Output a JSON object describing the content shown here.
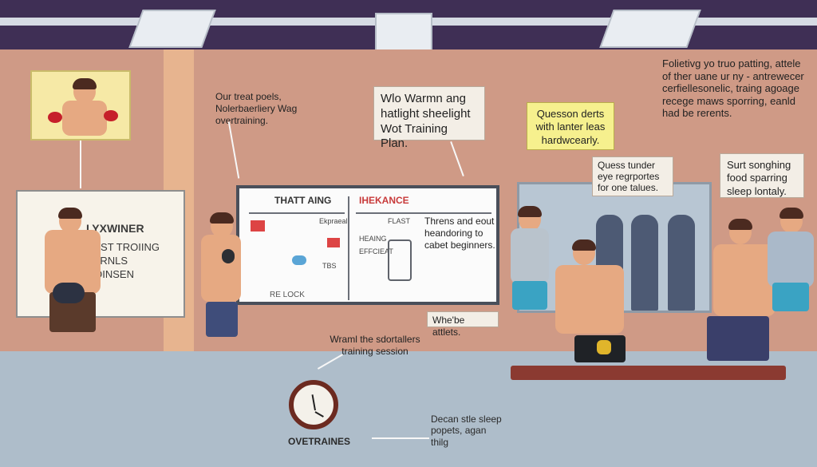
{
  "callouts": {
    "top_left_poster_note": "Our treat poels, Nolerbaerliery Wag overtraining.",
    "center_top_box": "Wlo Warmn ang hatlight sheelight Wot Training Plan.",
    "yellow_box": "Quesson derts with lanter leas hardwcearly.",
    "top_right_text": "Folietivg yo truo patting, attele of ther uane ur ny - antrewecer cerfiellesonelic, traing agoage recege maws sporring, eanld had be rerents.",
    "right_box": "Surt songhing food sparring sleep lontaly.",
    "mirror_box": "Quess tunder eye regrportes for one talues.",
    "board_right_text": "Threns and eout heandoring to cabet beginners.",
    "wheve_box": "Whe'be attlets.",
    "floor_center_text": "Wraml the sdortallers training session",
    "bottom_right_text": "Decan stle sleep popets, agan thilg",
    "clock_label": "OVETRAINES"
  },
  "whiteboard": {
    "title_left": "THATT AING",
    "title_right": "IHEKANCE",
    "footer_left": "RE LOCK",
    "small_labels": [
      "Ekpraeal",
      "FLAST",
      "HEAING",
      "EFFCIEAT",
      "TBS"
    ]
  },
  "left_poster": {
    "text": "FOST TROIING YERNLS GOINSEN",
    "headline": "LYXWINER"
  },
  "colors": {
    "ceiling": "#3f2f55",
    "wall": "#cf9a86",
    "floor": "#aebdca",
    "yellow": "#f6f08e"
  }
}
